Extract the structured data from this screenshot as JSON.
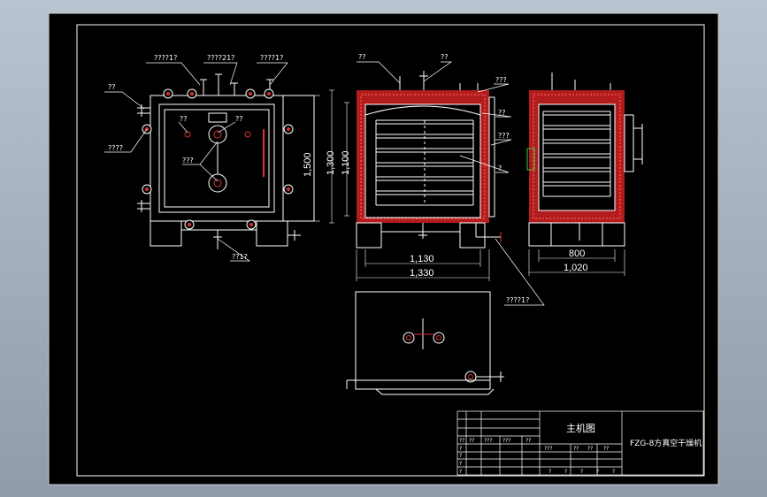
{
  "drawing": {
    "labels": {
      "top_left_1": "????1?",
      "top_left_2": "????21?",
      "top_left_3": "????1?",
      "left_1": "??",
      "left_2": "????",
      "inner_1": "??",
      "inner_2": "??",
      "inner_3": "???",
      "bottom_left": "??1?",
      "side_top_1": "??",
      "side_top_2": "??",
      "side_right_1": "???",
      "side_right_2": "??",
      "side_right_3": "???",
      "side_right_4": "?",
      "bottom_center": "????1?"
    },
    "dimensions": {
      "front_height_outer": "1,500",
      "side_height_outer": "1,300",
      "side_height_inner": "1,100",
      "side_width_inner": "1,130",
      "side_width_outer": "1,330",
      "end_width_inner": "800",
      "end_width_outer": "1,020"
    },
    "title_block": {
      "view_name": "主机图",
      "drawing_title": "FZG-8方真空干燥机",
      "row_marks": [
        "?",
        "?",
        "?",
        "?"
      ],
      "header_cells": [
        "??",
        "??",
        "???",
        "???",
        "??"
      ],
      "field_cells": [
        "???",
        "??",
        "??",
        "??"
      ],
      "bottom_cells": [
        "?",
        "?",
        "?",
        "?",
        "?"
      ]
    }
  }
}
